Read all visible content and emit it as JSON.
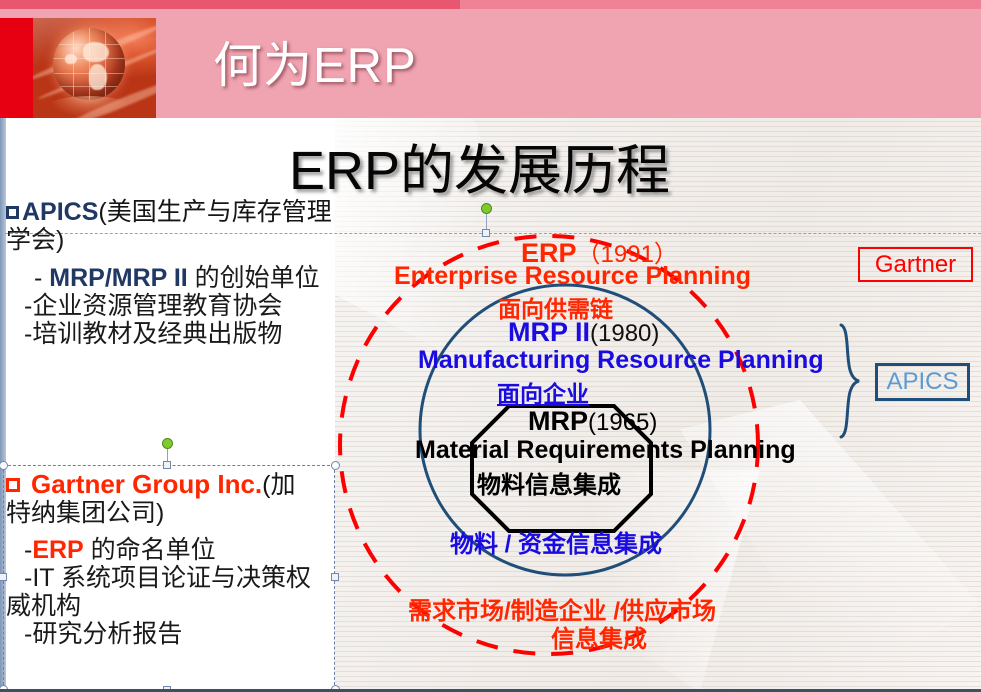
{
  "header": {
    "title": "何为ERP",
    "logo_icon": "globe-image"
  },
  "slide": {
    "title": "ERP的发展历程"
  },
  "left_panel": {
    "block1": {
      "bullet_icon": "square-bullet-blue",
      "heading_bold": "APICS",
      "heading_rest": "(美国生产与库存管理",
      "heading_line2": "学会)",
      "items": [
        {
          "dash": "-",
          "bold": "MRP/MRP II",
          "rest": " 的创始单位"
        },
        {
          "dash": "-",
          "bold": "",
          "rest": "企业资源管理教育协会"
        },
        {
          "dash": "-",
          "bold": "",
          "rest": "培训教材及经典出版物"
        }
      ]
    },
    "block2": {
      "bullet_icon": "square-bullet-red",
      "heading_bold": "Gartner Group Inc.",
      "heading_rest": "(加",
      "heading_line2": "特纳集团公司)",
      "items": [
        {
          "dash": "-",
          "bold": "ERP",
          "rest": " 的命名单位"
        },
        {
          "dash": "-",
          "bold": "",
          "rest": "IT 系统项目论证与决策权"
        },
        {
          "dash": "",
          "bold": "",
          "rest": "威机构"
        },
        {
          "dash": "-",
          "bold": "",
          "rest": "研究分析报告"
        }
      ]
    }
  },
  "diagram": {
    "outer": {
      "shape": "red-dashed-circle",
      "color": "#ff0000",
      "line1_title": "ERP",
      "line1_year": "（1991）",
      "line2": "Enterprise Resource Planning",
      "line3": "面向供需链",
      "bottom1": "需求市场/制造企业 /供应市场",
      "bottom2": "信息集成"
    },
    "middle": {
      "shape": "blue-solid-circle",
      "color": "#1f4e79",
      "line1_title": "MRP II",
      "line1_year": "(1980)",
      "line2": "Manufacturing Resource Planning",
      "line3": "面向企业",
      "bottom1": "物料 / 资金信息集成"
    },
    "inner": {
      "shape": "black-octagon",
      "color": "#000000",
      "line1_title": "MRP",
      "line1_year": "(1965)",
      "line2": "Material Requirements Planning",
      "line3": "物料信息集成"
    },
    "labels": {
      "gartner": "Gartner",
      "apics": "APICS",
      "brace_icon": "curly-brace-right"
    }
  }
}
